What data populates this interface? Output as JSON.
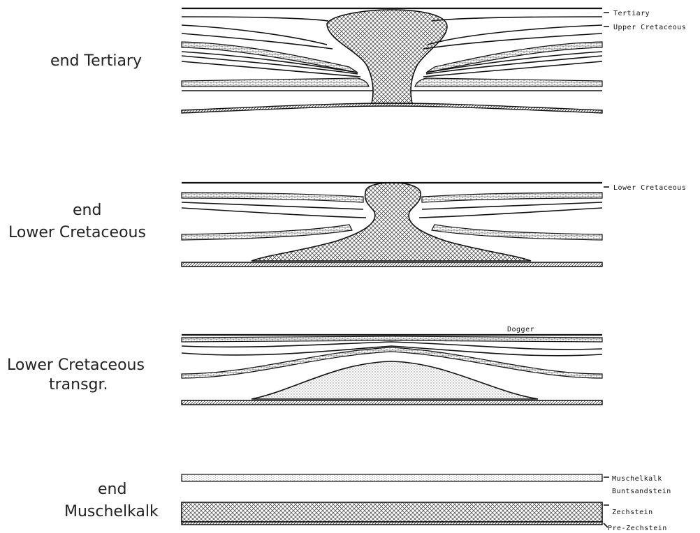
{
  "stages": [
    {
      "id": "end-tertiary",
      "title_lines": [
        "end Tertiary"
      ],
      "layer_labels": [
        "Tertiary",
        "Upper Cretaceous"
      ]
    },
    {
      "id": "end-lower-cretaceous",
      "title_lines": [
        "end",
        "Lower Cretaceous"
      ],
      "layer_labels": [
        "Lower Cretaceous"
      ]
    },
    {
      "id": "lower-cretaceous-transgr",
      "title_lines": [
        "Lower Cretaceous",
        "transgr."
      ],
      "layer_labels": [
        "Dogger"
      ]
    },
    {
      "id": "end-muschelkalk",
      "title_lines": [
        "end",
        "Muschelkalk"
      ],
      "layer_labels": [
        "Muschelkalk",
        "Buntsandstein",
        "Zechstein",
        "Pre-Zechstein"
      ]
    }
  ]
}
